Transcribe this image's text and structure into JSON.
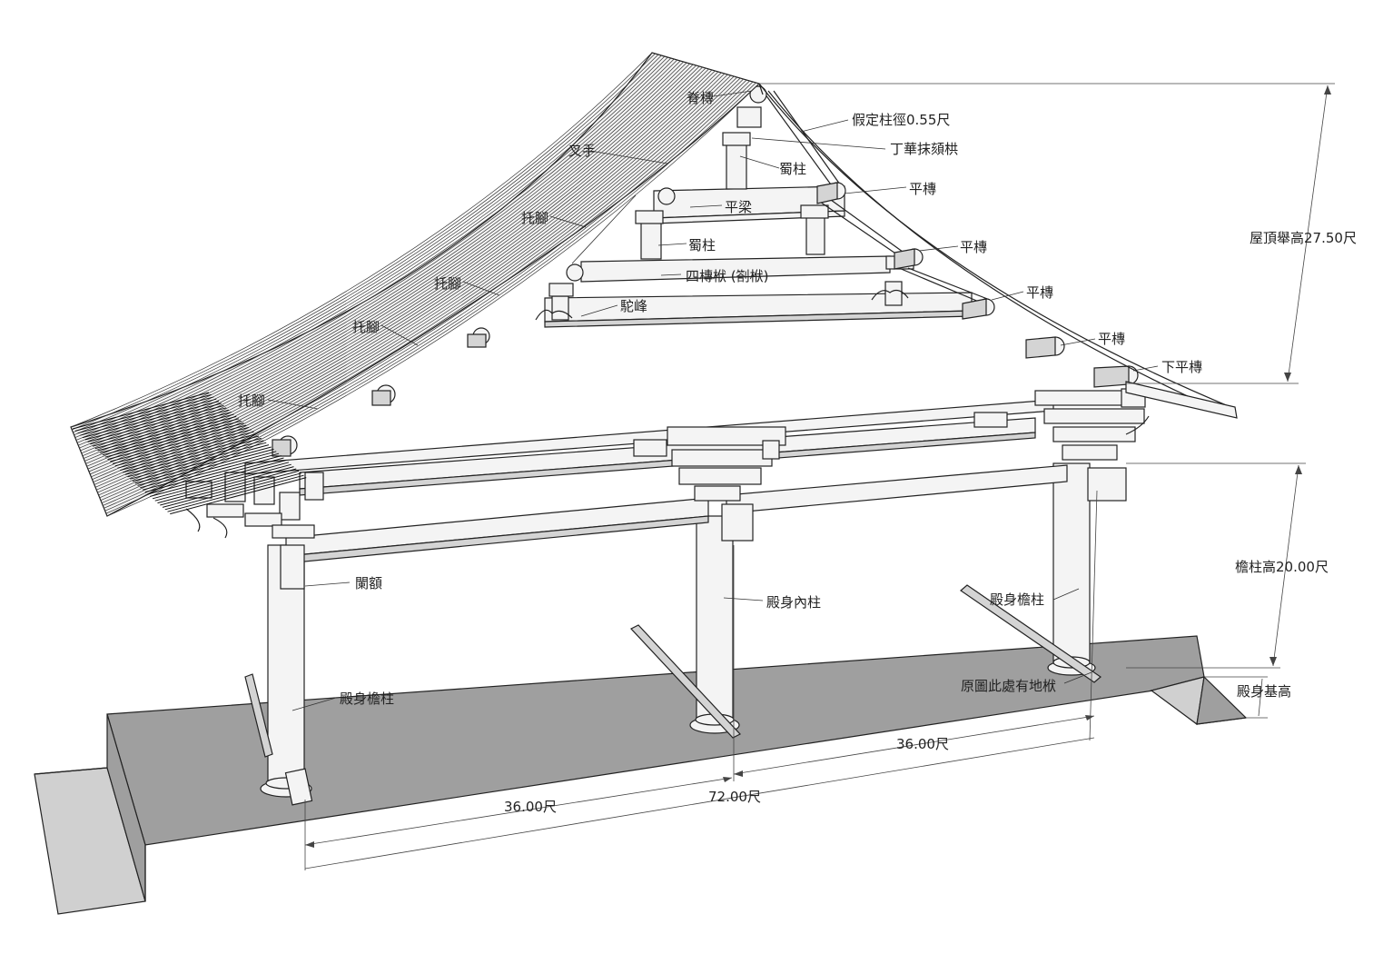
{
  "labels": {
    "ji_tuan": "脊槫",
    "jia_ding": "假定柱徑0.55尺",
    "ding_hua": "丁華抹頦栱",
    "cha_shou": "叉手",
    "shu_zhu_top": "蜀柱",
    "ping_tuan_1": "平槫",
    "ping_liang": "平梁",
    "tuo_jiao_1": "托腳",
    "shu_zhu_2": "蜀柱",
    "ping_tuan_2": "平槫",
    "si_tuan_fu": "四槫栿 (劄栿)",
    "tuo_jiao_2": "托腳",
    "ping_tuan_3": "平槫",
    "tuo_feng": "駝峰",
    "tuo_jiao_3": "托腳",
    "ping_tuan_4": "平槫",
    "xia_ping_tuan": "下平槫",
    "tuo_jiao_4": "托腳",
    "lan_e": "闌額",
    "nei_zhu": "殿身內柱",
    "yan_zhu_right": "殿身檐柱",
    "yan_zhu_left": "殿身檐柱",
    "di_fu": "原圖此處有地栿"
  },
  "dimensions": {
    "roof_height": "屋頂舉高27.50尺",
    "column_height": "檐柱高20.00尺",
    "base_height": "殿身基高",
    "span_right": "36.00尺",
    "span_left": "36.00尺",
    "span_total": "72.00尺"
  }
}
